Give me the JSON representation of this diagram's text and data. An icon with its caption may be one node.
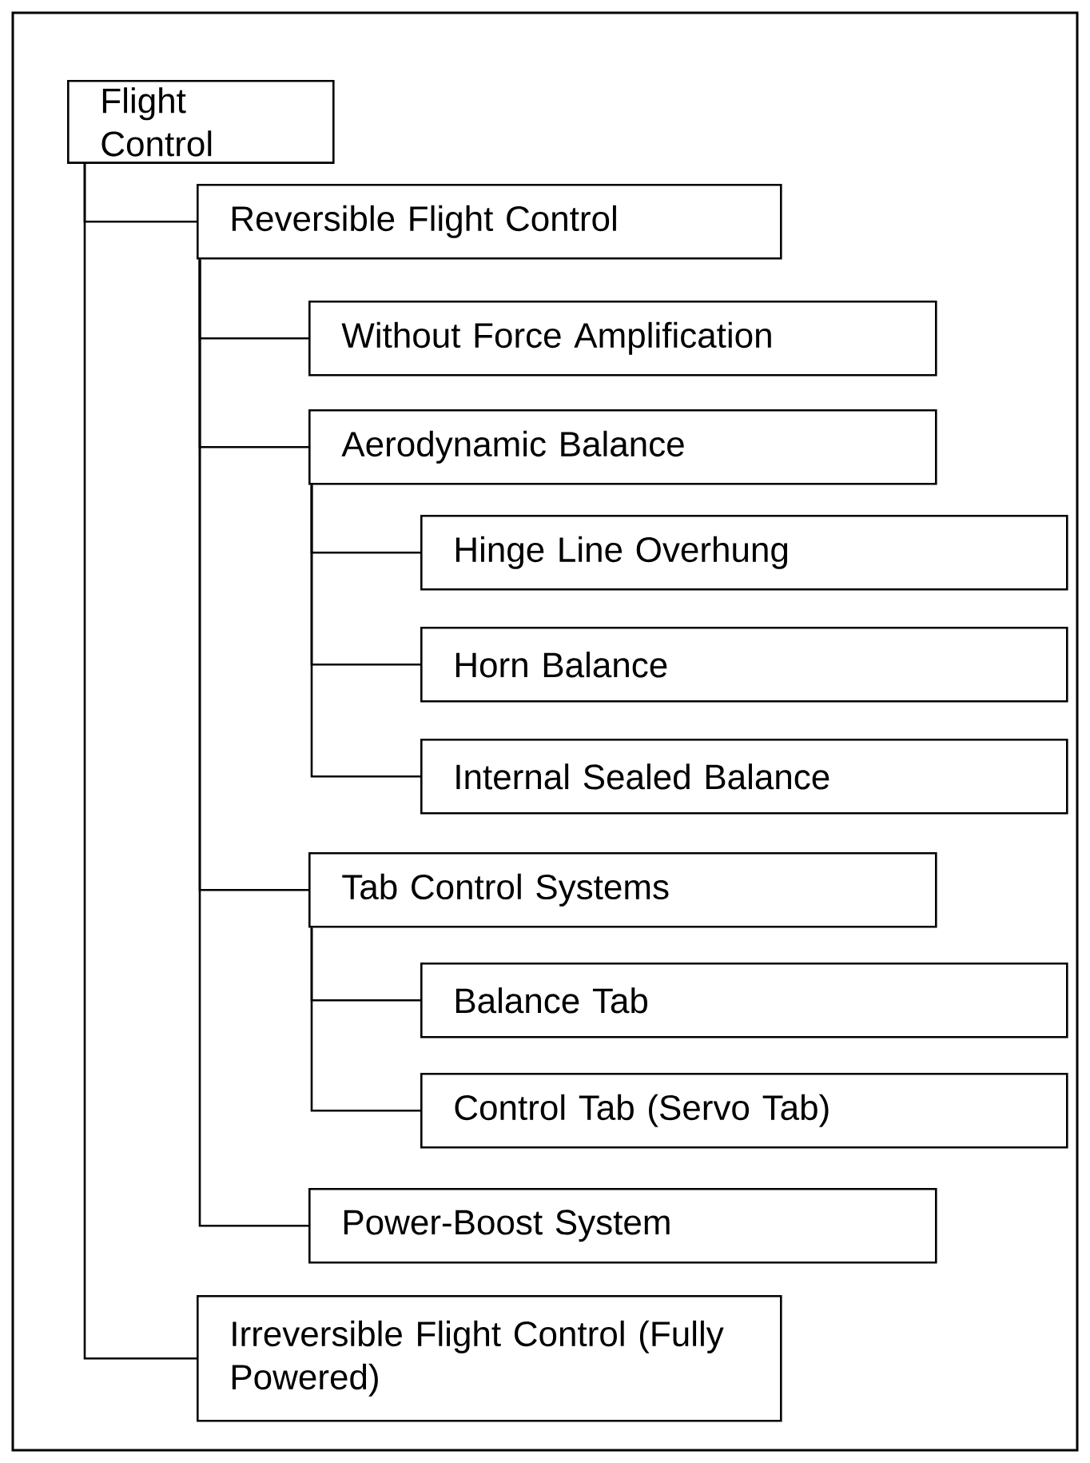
{
  "diagram": {
    "nodes": [
      {
        "text": [
          "Flight Control"
        ]
      },
      {
        "text": [
          "Reversible Flight Control"
        ]
      },
      {
        "text": [
          "Without Force Amplification"
        ]
      },
      {
        "text": [
          "Aerodynamic Balance"
        ]
      },
      {
        "text": [
          "Hinge Line Overhung"
        ]
      },
      {
        "text": [
          "Horn Balance"
        ]
      },
      {
        "text": [
          "Internal Sealed Balance"
        ]
      },
      {
        "text": [
          "Tab Control Systems"
        ]
      },
      {
        "text": [
          "Balance Tab"
        ]
      },
      {
        "text": [
          "Control Tab (Servo Tab)"
        ]
      },
      {
        "text": [
          "Power-Boost System"
        ]
      },
      {
        "text": [
          "Irreversible Flight Control (Fully Powered)"
        ]
      }
    ],
    "edges": [
      {
        "from": 0,
        "to": 1,
        "arrow": "none"
      },
      {
        "from": 1,
        "to": 2,
        "arrow": "none"
      },
      {
        "from": 1,
        "to": 3,
        "arrow": "none"
      },
      {
        "from": 3,
        "to": 4,
        "arrow": "none"
      },
      {
        "from": 3,
        "to": 5,
        "arrow": "none"
      },
      {
        "from": 3,
        "to": 6,
        "arrow": "none"
      },
      {
        "from": 1,
        "to": 7,
        "arrow": "none"
      },
      {
        "from": 7,
        "to": 8,
        "arrow": "none"
      },
      {
        "from": 7,
        "to": 9,
        "arrow": "none"
      },
      {
        "from": 1,
        "to": 10,
        "arrow": "none"
      },
      {
        "from": 0,
        "to": 11,
        "arrow": "none"
      }
    ]
  }
}
